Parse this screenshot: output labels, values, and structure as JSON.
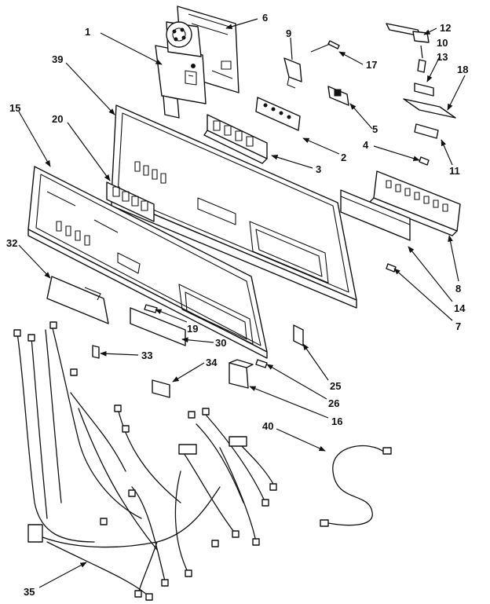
{
  "diagram": {
    "labels": [
      {
        "id": "p1",
        "text": "1"
      },
      {
        "id": "p6",
        "text": "6"
      },
      {
        "id": "p9",
        "text": "9"
      },
      {
        "id": "p12",
        "text": "12"
      },
      {
        "id": "p10",
        "text": "10"
      },
      {
        "id": "p13",
        "text": "13"
      },
      {
        "id": "p18",
        "text": "18"
      },
      {
        "id": "p39",
        "text": "39"
      },
      {
        "id": "p17",
        "text": "17"
      },
      {
        "id": "p15",
        "text": "15"
      },
      {
        "id": "p20",
        "text": "20"
      },
      {
        "id": "p5",
        "text": "5"
      },
      {
        "id": "p4",
        "text": "4"
      },
      {
        "id": "p2",
        "text": "2"
      },
      {
        "id": "p11",
        "text": "11"
      },
      {
        "id": "p3",
        "text": "3"
      },
      {
        "id": "p32",
        "text": "32"
      },
      {
        "id": "p8",
        "text": "8"
      },
      {
        "id": "p14",
        "text": "14"
      },
      {
        "id": "p7",
        "text": "7"
      },
      {
        "id": "p19",
        "text": "19"
      },
      {
        "id": "p30",
        "text": "30"
      },
      {
        "id": "p33",
        "text": "33"
      },
      {
        "id": "p34",
        "text": "34"
      },
      {
        "id": "p25",
        "text": "25"
      },
      {
        "id": "p26",
        "text": "26"
      },
      {
        "id": "p16",
        "text": "16"
      },
      {
        "id": "p40",
        "text": "40"
      },
      {
        "id": "p35",
        "text": "35"
      }
    ]
  }
}
